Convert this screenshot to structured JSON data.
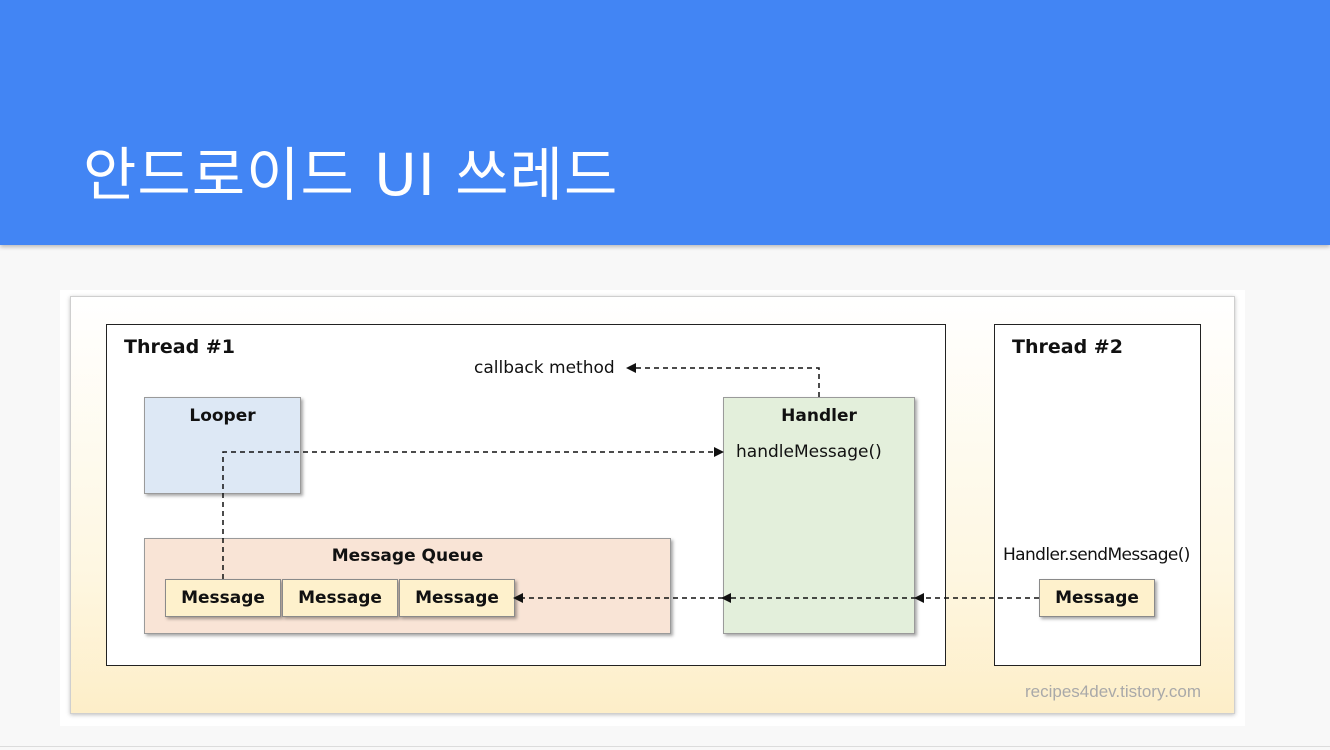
{
  "slide": {
    "title": "안드로이드 UI 쓰레드"
  },
  "diagram": {
    "thread1": {
      "label": "Thread  #1",
      "looper": {
        "title": "Looper"
      },
      "message_queue": {
        "title": "Message Queue",
        "messages": [
          "Message",
          "Message",
          "Message"
        ]
      },
      "handler": {
        "title": "Handler",
        "method": "handleMessage()"
      },
      "callback_label": "callback method"
    },
    "thread2": {
      "label": "Thread  #2",
      "send_label": "Handler.sendMessage()",
      "message": "Message"
    },
    "watermark": "recipes4dev.tistory.com",
    "colors": {
      "header": "#4285f4",
      "looper_fill": "#dde8f5",
      "queue_fill": "#f9e4d6",
      "handler_fill": "#e3efdb",
      "message_fill": "#fef1cc"
    }
  }
}
